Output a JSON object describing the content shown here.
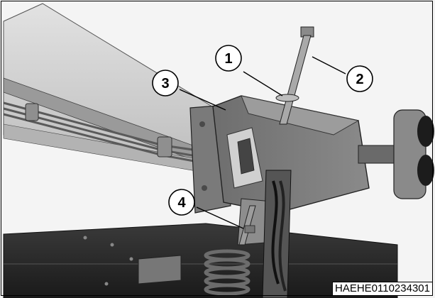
{
  "callouts": [
    {
      "number": "1"
    },
    {
      "number": "2"
    },
    {
      "number": "3"
    },
    {
      "number": "4"
    }
  ],
  "image_code": "HAEHE0110234301"
}
